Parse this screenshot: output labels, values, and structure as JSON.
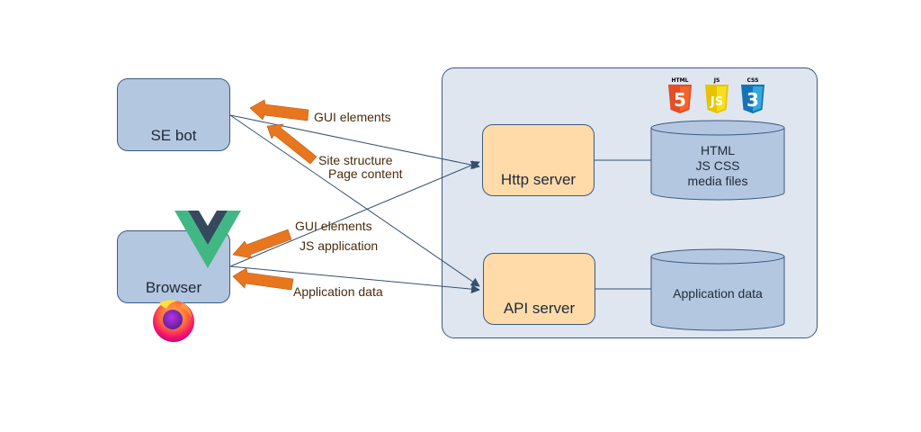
{
  "nodes": {
    "se_bot": "SE bot",
    "browser": "Browser",
    "http_server": "Http server",
    "api_server": "API server",
    "static_store": [
      "HTML",
      "JS CSS",
      "media files"
    ],
    "app_store": "Application data"
  },
  "arrow_labels": {
    "gui_elements_bot": "GUI elements",
    "site_structure": "Site structure",
    "page_content": "Page content",
    "gui_elements_browser": "GUI elements",
    "js_application": "JS application",
    "application_data": "Application data"
  },
  "logos": {
    "html": "HTML",
    "html_number": "5",
    "js": "JS",
    "css": "CSS",
    "css_number": "3"
  },
  "icons": [
    "html5-logo-icon",
    "js-logo-icon",
    "css3-logo-icon",
    "vue-logo-icon",
    "firefox-logo-icon"
  ],
  "colors": {
    "client_fill": "#b4c7e0",
    "server_fill": "#ffdbaa",
    "panel_fill": "#dfe6f0",
    "db_fill": "#b4c7e0",
    "arrow_orange": "#e8761e",
    "line_dark": "#3a5a80",
    "label_text": "#4a2b0a"
  }
}
